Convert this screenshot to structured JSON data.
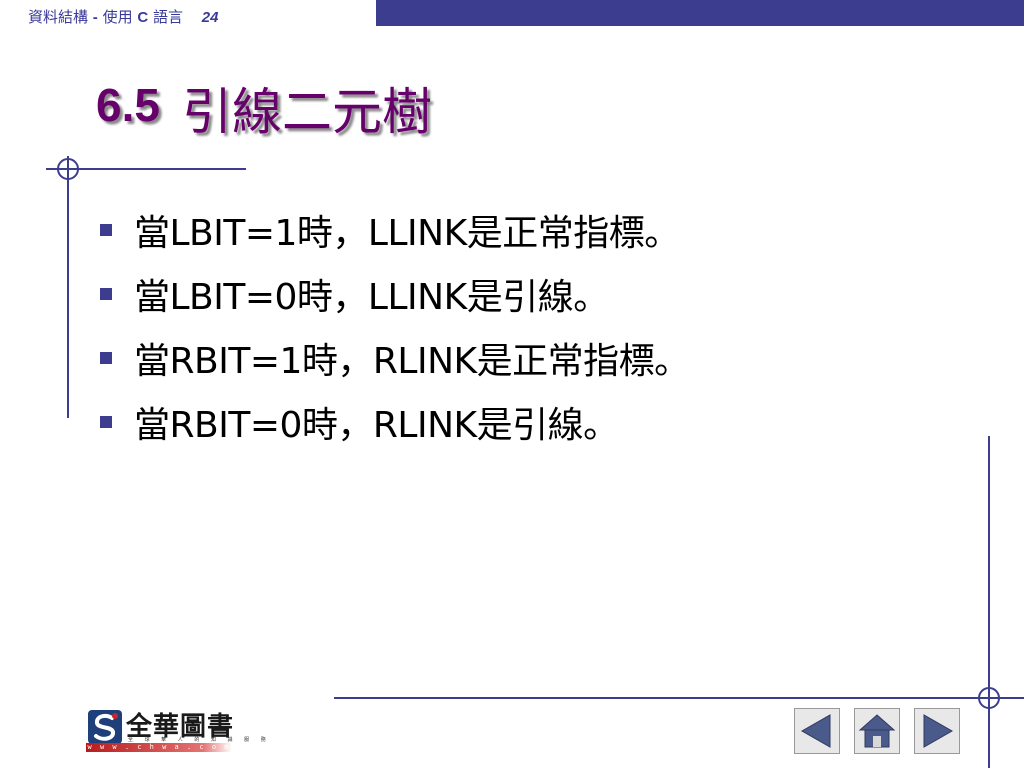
{
  "header": {
    "course_title": "資料結構",
    "separator": "-",
    "subtitle_prefix": "使用",
    "language": "C",
    "subtitle_suffix": "語言",
    "page_number": "24"
  },
  "slide": {
    "section_number": "6.5",
    "title": "引線二元樹",
    "bullets": [
      "當LBIT=1時，LLINK是正常指標。",
      "當LBIT=0時，LLINK是引線。",
      "當RBIT=1時，RLINK是正常指標。",
      "當RBIT=0時，RLINK是引線。"
    ]
  },
  "logo": {
    "name": "全華圖書",
    "tagline": "全 球 華 人 的 知 識 服 務",
    "url": "w w w . c h w a . c o m . t w"
  },
  "nav": {
    "prev_icon": "left-triangle-icon",
    "home_icon": "home-icon",
    "next_icon": "right-triangle-icon"
  },
  "colors": {
    "accent": "#3d3d8f",
    "title": "#66006a"
  }
}
